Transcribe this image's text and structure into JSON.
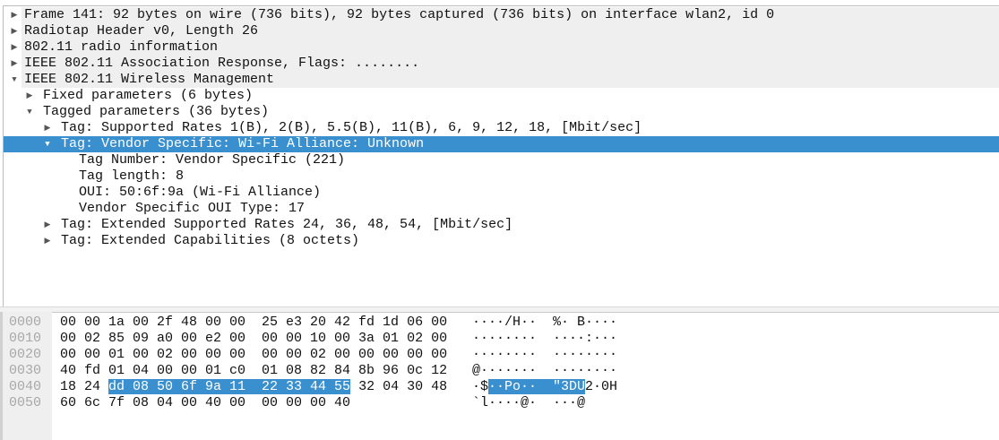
{
  "details": {
    "rows": [
      {
        "text": "Frame 141: 92 bytes on wire (736 bits), 92 bytes captured (736 bits) on interface wlan2, id 0",
        "expanded": false
      },
      {
        "text": "Radiotap Header v0, Length 26",
        "expanded": false
      },
      {
        "text": "802.11 radio information",
        "expanded": false
      },
      {
        "text": "IEEE 802.11 Association Response, Flags: ........",
        "expanded": false
      },
      {
        "text": "IEEE 802.11 Wireless Management",
        "expanded": true
      },
      {
        "text": "Fixed parameters (6 bytes)",
        "expanded": false
      },
      {
        "text": "Tagged parameters (36 bytes)",
        "expanded": true
      },
      {
        "text": "Tag: Supported Rates 1(B), 2(B), 5.5(B), 11(B), 6, 9, 12, 18, [Mbit/sec]",
        "expanded": false
      },
      {
        "text": "Tag: Vendor Specific: Wi-Fi Alliance: Unknown",
        "expanded": true,
        "selected": true
      },
      {
        "text": "Tag Number: Vendor Specific (221)"
      },
      {
        "text": "Tag length: 8"
      },
      {
        "text": "OUI: 50:6f:9a (Wi-Fi Alliance)"
      },
      {
        "text": "Vendor Specific OUI Type: 17"
      },
      {
        "text": "Tag: Extended Supported Rates 24, 36, 48, 54, [Mbit/sec]",
        "expanded": false
      },
      {
        "text": "Tag: Extended Capabilities (8 octets)",
        "expanded": false
      }
    ]
  },
  "bytes": {
    "rows": [
      {
        "offset": "0000",
        "hex": "00 00 1a 00 2f 48 00 00  25 e3 20 42 fd 1d 06 00",
        "ascii": "····/H··  %· B····"
      },
      {
        "offset": "0010",
        "hex": "00 02 85 09 a0 00 e2 00  00 00 10 00 3a 01 02 00",
        "ascii": "········  ····:···"
      },
      {
        "offset": "0020",
        "hex": "00 00 01 00 02 00 00 00  00 00 02 00 00 00 00 00",
        "ascii": "········  ········"
      },
      {
        "offset": "0030",
        "hex": "40 fd 01 04 00 00 01 c0  01 08 82 84 8b 96 0c 12",
        "ascii": "@·······  ········"
      },
      {
        "offset": "0040",
        "hex_pre": "18 24 ",
        "hex_sel": "dd 08 50 6f 9a 11  22 33 44 55",
        "hex_post": " 32 04 30 48",
        "ascii_pre": "·$",
        "ascii_sel": "··Po··  \"3DU",
        "ascii_post": "2·0H"
      },
      {
        "offset": "0050",
        "hex": "60 6c 7f 08 04 00 40 00  00 00 00 40",
        "ascii": "`l····@·  ···@"
      }
    ]
  },
  "colors": {
    "selection": "#3a8fcf",
    "ancestor_bg": "#efefef"
  }
}
